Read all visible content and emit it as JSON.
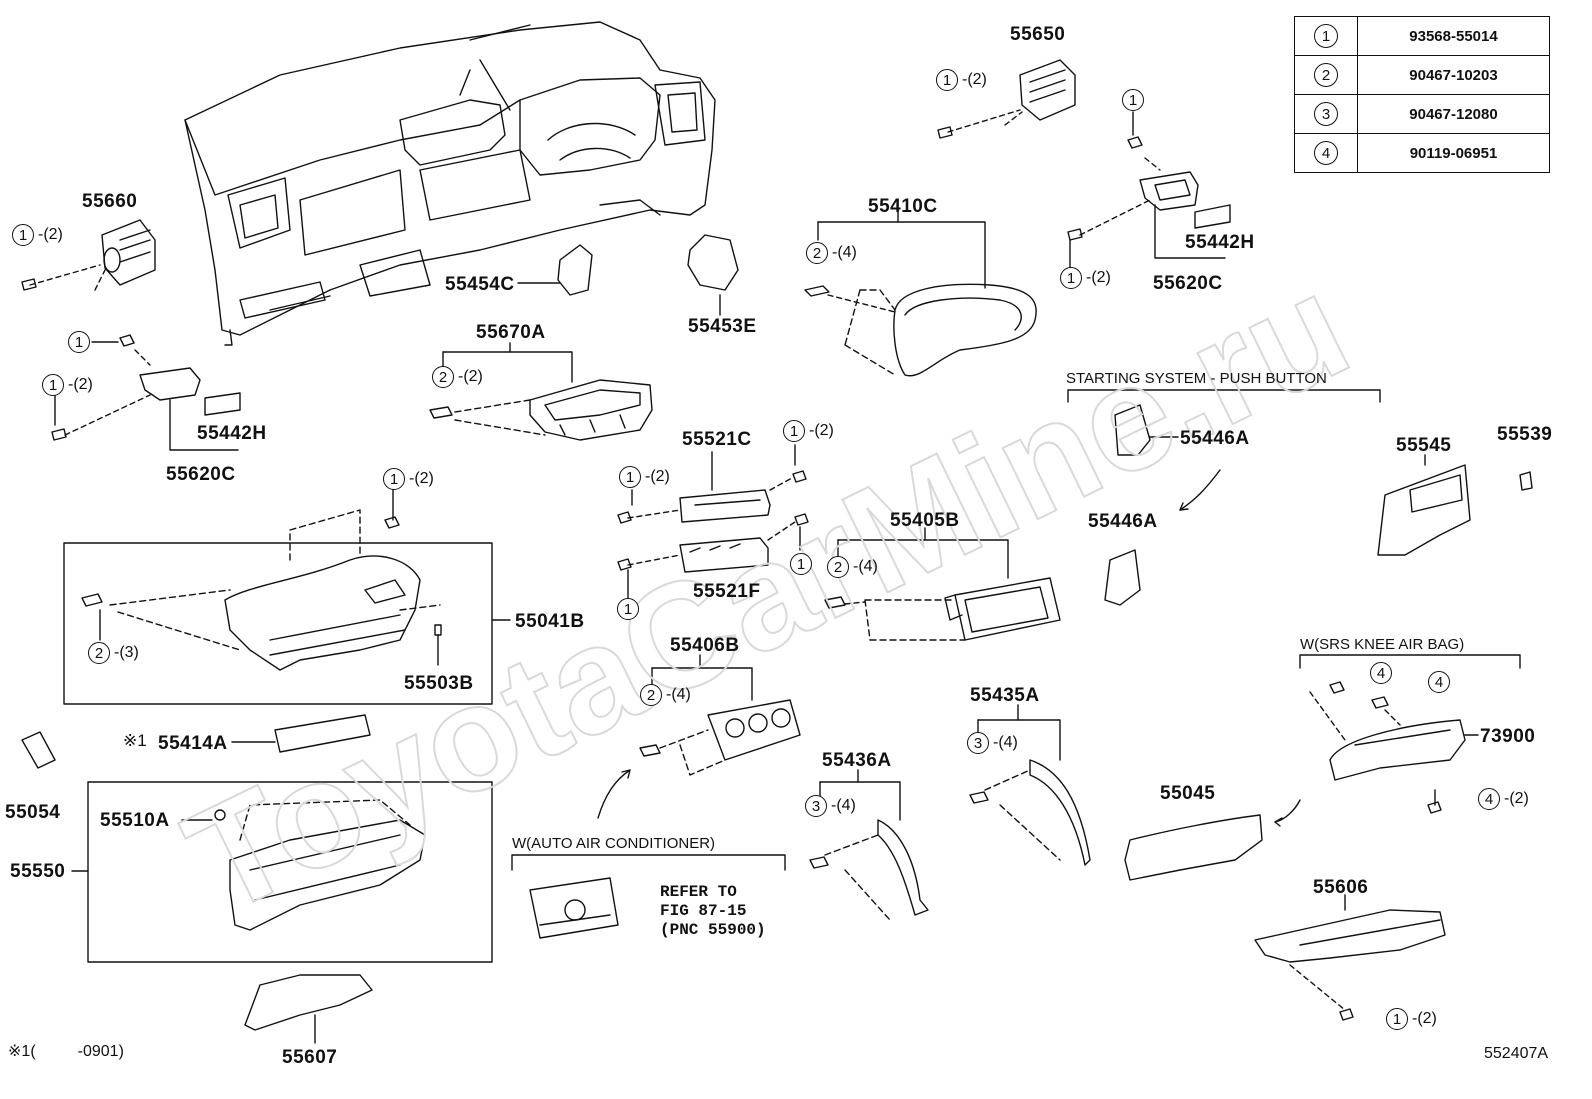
{
  "watermark": "ToyotaCarMine.ru",
  "drawing_code": "552407A",
  "footnote": {
    "mark": "※1",
    "paren_open": "(",
    "range": "-0901)"
  },
  "fastener_table": [
    {
      "key": "1",
      "part": "93568-55014"
    },
    {
      "key": "2",
      "part": "90467-10203"
    },
    {
      "key": "3",
      "part": "90467-12080"
    },
    {
      "key": "4",
      "part": "90119-06951"
    }
  ],
  "parts": {
    "p55660": "55660",
    "p55650": "55650",
    "p55454c": "55454C",
    "p55453e": "55453E",
    "p55410c": "55410C",
    "p55442h_r": "55442H",
    "p55620c_r": "55620C",
    "p55442h_l": "55442H",
    "p55620c_l": "55620C",
    "p55670a": "55670A",
    "p55521c": "55521C",
    "p55521f": "55521F",
    "p55405b": "55405B",
    "p55446a_1": "55446A",
    "p55446a_2": "55446A",
    "p55545": "55545",
    "p55539": "55539",
    "p55041b": "55041B",
    "p55503b": "55503B",
    "p55414a": "55414A",
    "p55054": "55054",
    "p55510a": "55510A",
    "p55550": "55550",
    "p55607": "55607",
    "p55406b": "55406B",
    "p55436a": "55436A",
    "p55435a": "55435A",
    "p55045": "55045",
    "p73900": "73900",
    "p55606": "55606"
  },
  "footnote_marker_55414a": "※1",
  "callouts": {
    "c1": {
      "num": "1",
      "qty": "-(2)"
    },
    "c2": {
      "num": "1",
      "qty": "-(2)"
    },
    "c3": {
      "num": "1",
      "qty": ""
    },
    "c4": {
      "num": "1",
      "qty": "-(2)"
    },
    "c5": {
      "num": "1",
      "qty": ""
    },
    "c6": {
      "num": "1",
      "qty": "-(2)"
    },
    "c7": {
      "num": "2",
      "qty": "-(4)"
    },
    "c8": {
      "num": "2",
      "qty": "-(2)"
    },
    "c9": {
      "num": "1",
      "qty": "-(2)"
    },
    "c10": {
      "num": "1",
      "qty": "-(2)"
    },
    "c11": {
      "num": "1",
      "qty": ""
    },
    "c12": {
      "num": "1",
      "qty": ""
    },
    "c13": {
      "num": "2",
      "qty": "-(4)"
    },
    "c14": {
      "num": "1",
      "qty": "-(2)"
    },
    "c15": {
      "num": "2",
      "qty": "-(3)"
    },
    "c16": {
      "num": "2",
      "qty": "-(4)"
    },
    "c17": {
      "num": "3",
      "qty": "-(4)"
    },
    "c18": {
      "num": "3",
      "qty": "-(4)"
    },
    "c19": {
      "num": "4",
      "qty": ""
    },
    "c20": {
      "num": "4",
      "qty": ""
    },
    "c21": {
      "num": "4",
      "qty": "-(2)"
    },
    "c22": {
      "num": "1",
      "qty": "-(2)"
    }
  },
  "groups": {
    "starting_system": "STARTING SYSTEM - PUSH BUTTON",
    "srs_knee": "W(SRS KNEE AIR BAG)",
    "auto_ac": "W(AUTO AIR CONDITIONER)"
  },
  "refer_note": "REFER TO\nFIG 87-15\n(PNC 55900)"
}
